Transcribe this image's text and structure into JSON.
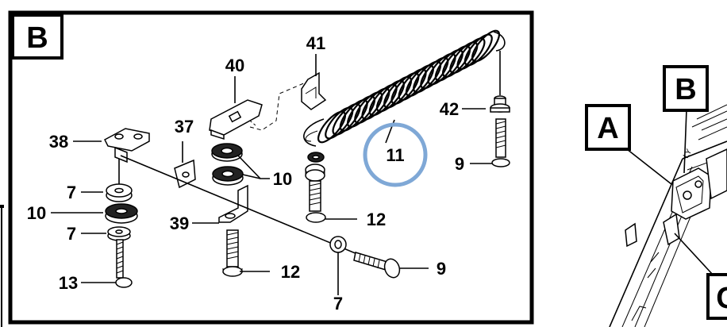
{
  "panel_b": {
    "section_label": "B",
    "callouts": [
      "41",
      "40",
      "42",
      "38",
      "37",
      "9",
      "7",
      "10",
      "11",
      "10",
      "7",
      "12",
      "39",
      "13",
      "12",
      "9",
      "7"
    ],
    "highlight_color": "#7FA8D6"
  },
  "inset": {
    "label_a": "A",
    "label_b": "B",
    "label_c_partial": "C"
  }
}
